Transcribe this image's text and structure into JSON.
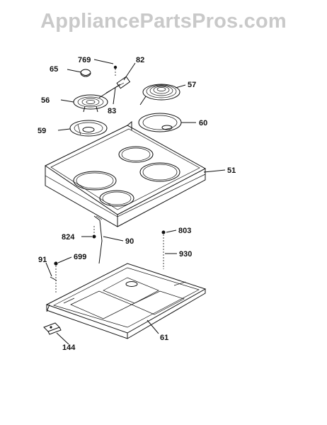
{
  "watermark": "AppliancePartsPros.com",
  "callouts": {
    "p769": "769",
    "p82": "82",
    "p65": "65",
    "p57": "57",
    "p56": "56",
    "p83": "83",
    "p60": "60",
    "p59": "59",
    "p51": "51",
    "p803": "803",
    "p824": "824",
    "p90": "90",
    "p930": "930",
    "p91": "91",
    "p699": "699",
    "p61": "61",
    "p144": "144"
  }
}
